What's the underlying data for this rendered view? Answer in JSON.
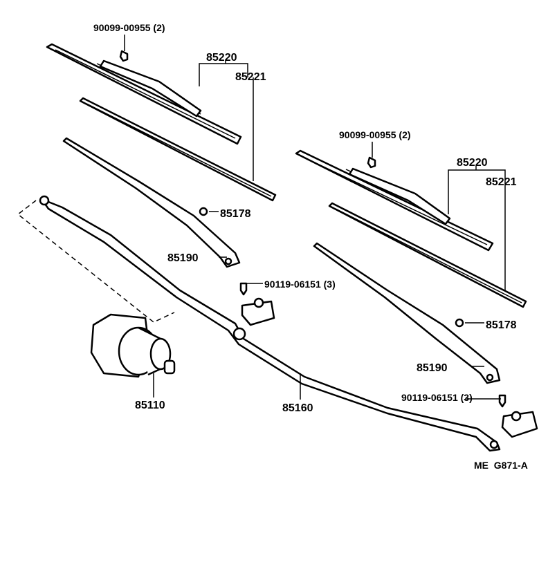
{
  "diagram": {
    "code": "ME  G871-A",
    "left": {
      "screw": "90099-00955 (2)",
      "blade_assy": "85220",
      "blade_insert": "85221",
      "nut": "85178",
      "arm": "85190",
      "bolt": "90119-06151 (3)"
    },
    "right": {
      "screw": "90099-00955 (2)",
      "blade_assy": "85220",
      "blade_insert": "85221",
      "nut": "85178",
      "arm": "85190",
      "bolt": "90119-06151 (3)"
    },
    "motor": "85110",
    "link": "85160"
  }
}
